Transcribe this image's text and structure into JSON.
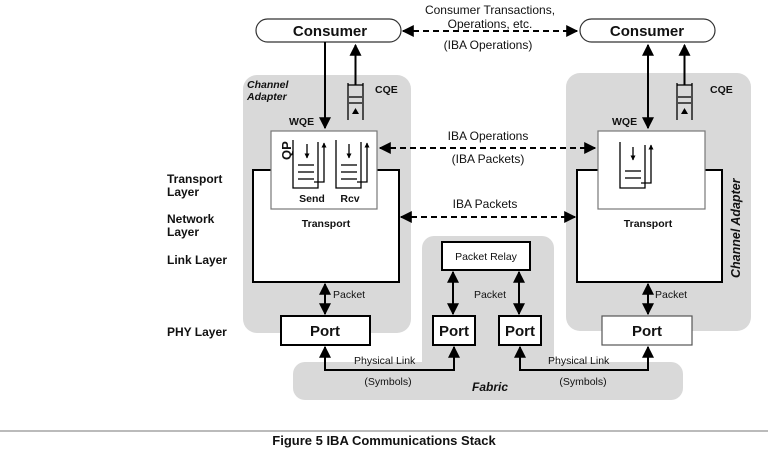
{
  "diagram": {
    "consumers": {
      "left": "Consumer",
      "right": "Consumer"
    },
    "consumer_link": {
      "line1": "Consumer Transactions,",
      "line2": "Operations, etc.",
      "line3": "(IBA Operations)"
    },
    "channel_adapter_left": {
      "label_line1": "Channel",
      "label_line2": "Adapter",
      "cqe": "CQE",
      "wqe": "WQE",
      "qp": "QP",
      "send": "Send",
      "rcv": "Rcv",
      "transport": "Transport",
      "packet": "Packet",
      "port": "Port"
    },
    "channel_adapter_right": {
      "label": "Channel Adapter",
      "cqe": "CQE",
      "wqe": "WQE",
      "transport": "Transport",
      "packet": "Packet",
      "port": "Port"
    },
    "iba_operations_link": {
      "line1": "IBA Operations",
      "line2": "(IBA Packets)"
    },
    "iba_packets_link": {
      "label": "IBA Packets"
    },
    "layers": {
      "transport_1": "Transport",
      "transport_2": "Layer",
      "network_1": "Network",
      "network_2": "Layer",
      "link": "Link Layer",
      "phy": "PHY Layer"
    },
    "fabric": {
      "label": "Fabric",
      "packet_relay": "Packet Relay",
      "packet": "Packet",
      "port_left": "Port",
      "port_right": "Port"
    },
    "physical_links": {
      "left_line1": "Physical Link",
      "left_line2": "(Symbols)",
      "right_line1": "Physical Link",
      "right_line2": "(Symbols)"
    }
  },
  "caption": "Figure 5 IBA Communications Stack"
}
